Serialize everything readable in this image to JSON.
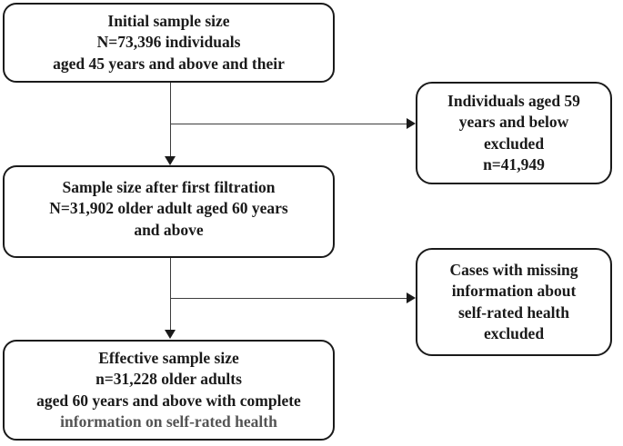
{
  "figure": {
    "type": "flowchart",
    "colors": {
      "border": "#1a1a1a",
      "text": "#1a1a1a",
      "muted_text": "#545454",
      "line": "#3d3d3d",
      "background": "#ffffff"
    },
    "boxes": {
      "initial": {
        "lines": [
          "Initial sample size",
          "N=73,396 individuals",
          "aged 45 years and above and their"
        ]
      },
      "excluded_under60": {
        "lines": [
          "Individuals aged 59",
          "years and below",
          "excluded",
          "n=41,949"
        ]
      },
      "after_first_filtration": {
        "lines": [
          "Sample size after first filtration",
          "N=31,902 older adult aged 60 years",
          "and above"
        ]
      },
      "excluded_missing_srh": {
        "lines": [
          "Cases with missing",
          "information about",
          "self-rated health",
          "excluded"
        ]
      },
      "effective": {
        "lines": [
          "Effective sample size",
          "n=31,228 older adults",
          "aged 60 years and above with complete",
          "information on self-rated health"
        ]
      }
    },
    "connectors": [
      {
        "from": "initial",
        "to": "after_first_filtration",
        "style": "vertical-arrow"
      },
      {
        "from": "initial",
        "to": "excluded_under60",
        "style": "right-branch-arrow"
      },
      {
        "from": "after_first_filtration",
        "to": "effective",
        "style": "vertical-arrow"
      },
      {
        "from": "after_first_filtration",
        "to": "excluded_missing_srh",
        "style": "right-branch-arrow"
      }
    ]
  }
}
